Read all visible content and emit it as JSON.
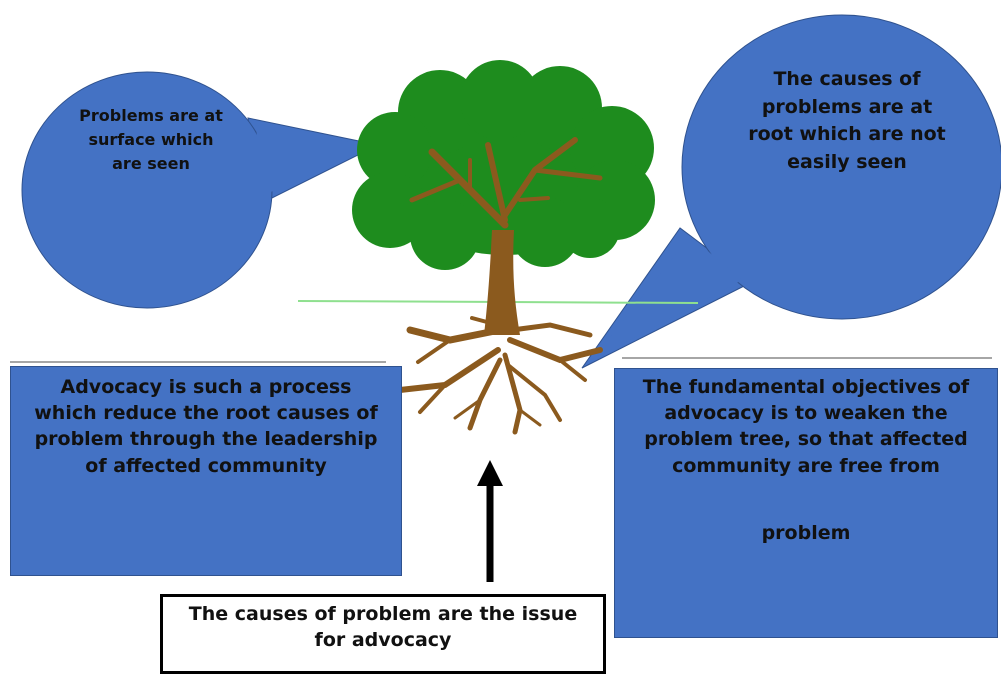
{
  "bubbles": {
    "surface": "Problems are at surface which are seen",
    "root": "The causes of problems are at root which are not easily seen"
  },
  "boxes": {
    "left": "Advocacy is such a process which reduce the root causes of problem through the leadership of affected community",
    "right_main": "The fundamental objectives of advocacy is to weaken the problem tree, so that affected community are free from",
    "right_tail": "problem"
  },
  "caption": "The causes of problem are the issue for advocacy",
  "colors": {
    "bubble_fill": "#4472c4",
    "box_fill": "#4472c4",
    "foliage": "#1e8c1e",
    "trunk": "#8b5a1e",
    "ground_line": "#8fe08f"
  }
}
